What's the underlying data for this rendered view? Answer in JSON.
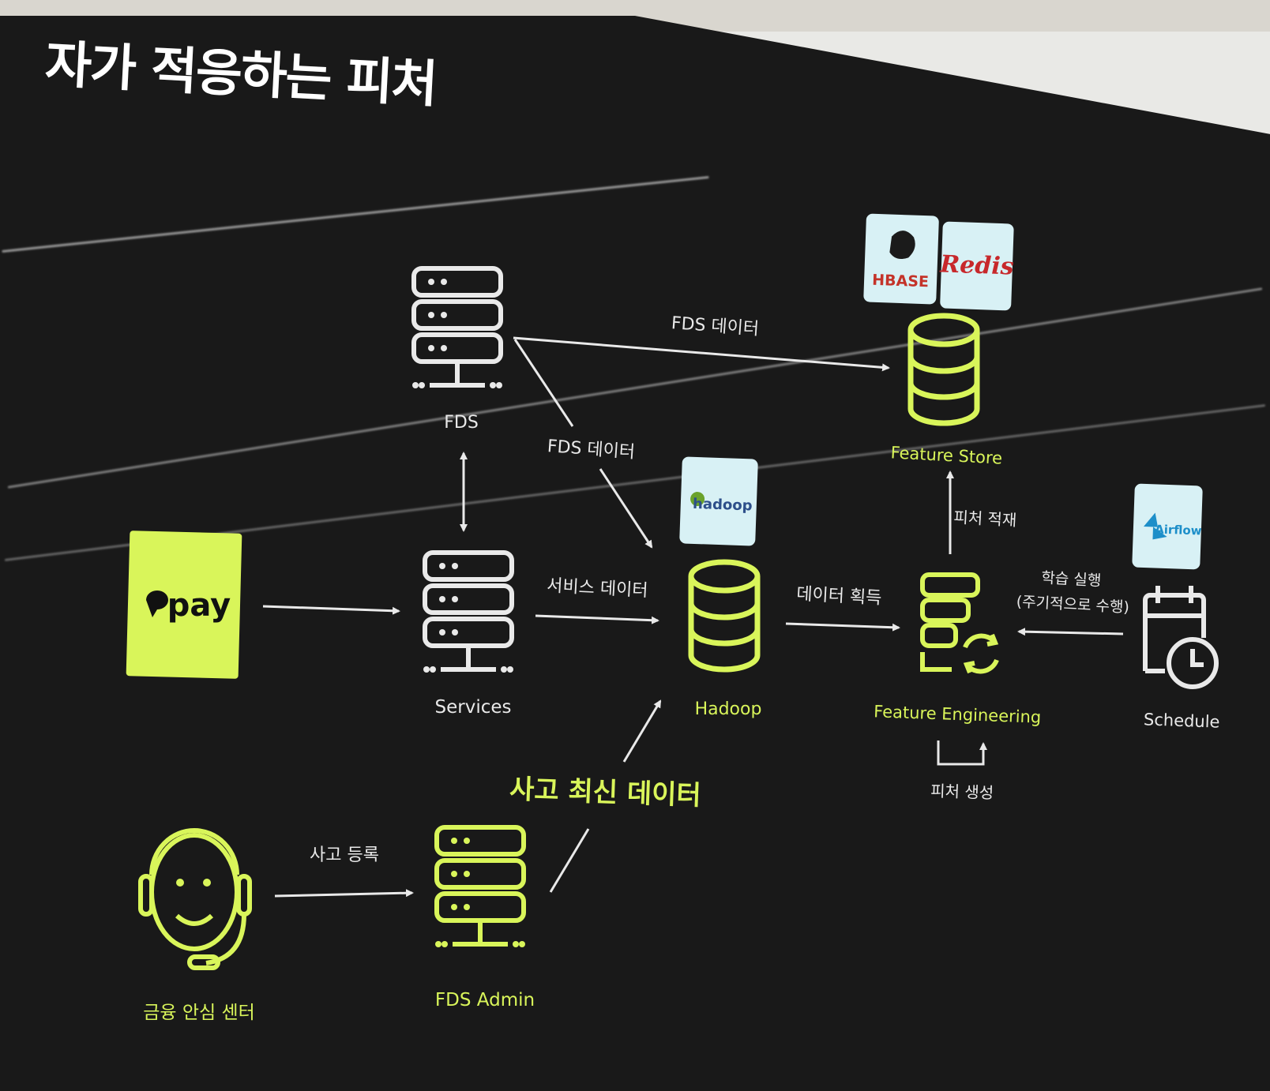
{
  "slide": {
    "title": "자가 적응하는 피처"
  },
  "nodes": {
    "fds": "FDS",
    "services": "Services",
    "hadoop": "Hadoop",
    "feature_store": "Feature Store",
    "feature_engineering": "Feature Engineering",
    "schedule": "Schedule",
    "fds_admin": "FDS Admin",
    "center": "금융 안심 센터",
    "pay_logo": "pay"
  },
  "edges": {
    "fds_to_store": "FDS 데이터",
    "fds_to_hadoop": "FDS 데이터",
    "services_to_hadoop": "서비스 데이터",
    "hadoop_to_fe": "데이터 획득",
    "fe_to_store": "피처 적재",
    "schedule_to_fe_1": "학습 실행",
    "schedule_to_fe_2": "(주기적으로 수행)",
    "fe_loop": "피처 생성",
    "center_to_admin": "사고 등록",
    "admin_to_hadoop": "사고 최신 데이터"
  },
  "logos": {
    "hbase": "HBASE",
    "redis": "Redis",
    "hadoop": "hadoop",
    "airflow": "Airflow"
  },
  "colors": {
    "lime": "#d9f55a",
    "white": "#e9e9e9",
    "background": "#191919",
    "logo_tile": "#d8f1f5"
  }
}
